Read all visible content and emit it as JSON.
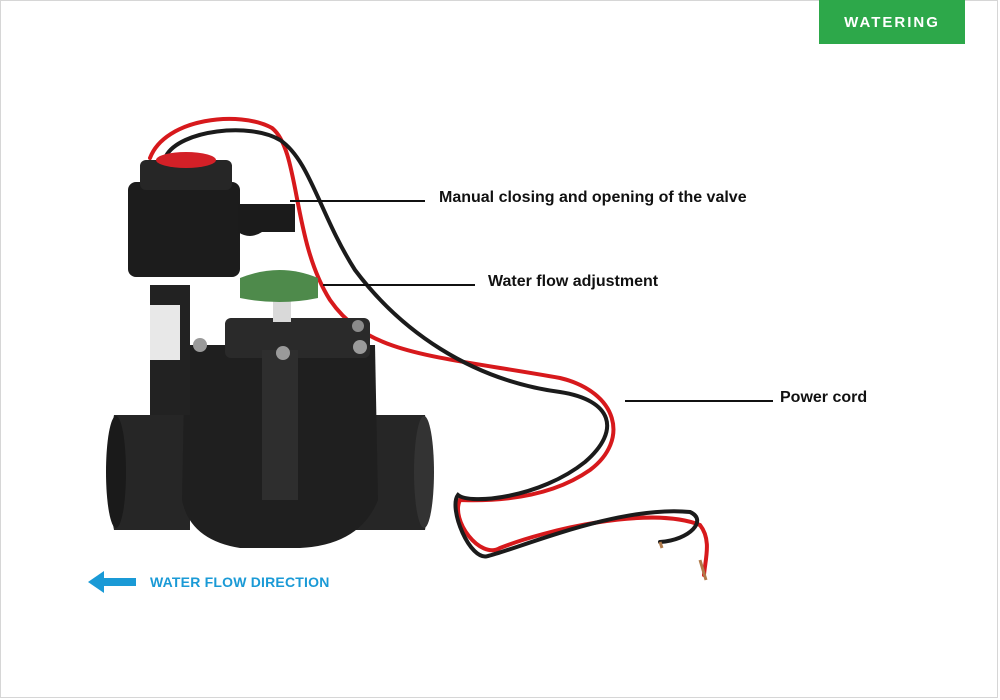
{
  "badge": {
    "label": "WATERING",
    "color": "#2da84a"
  },
  "callouts": [
    {
      "text": "Manual closing and opening of the valve"
    },
    {
      "text": "Water flow adjustment"
    },
    {
      "text": "Power cord"
    }
  ],
  "flow": {
    "label": "WATER FLOW DIRECTION",
    "color": "#1a9ad6",
    "arrow": "left-arrow-icon"
  },
  "product": {
    "name": "solenoid-valve"
  }
}
